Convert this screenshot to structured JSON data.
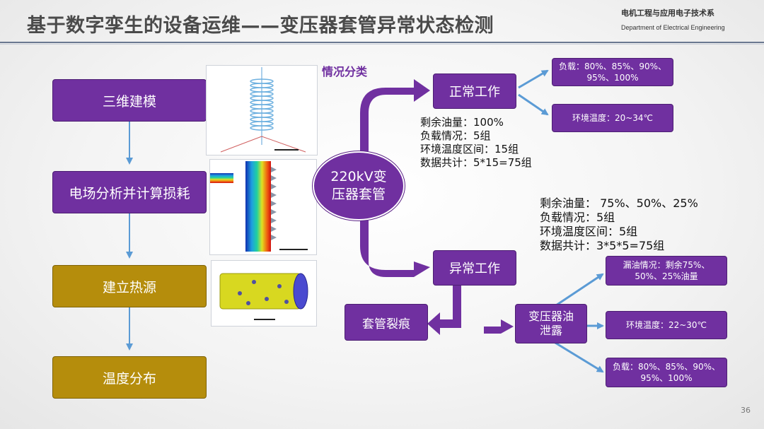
{
  "header": {
    "title": "基于数字孪生的设备运维——变压器套管异常状态检测",
    "dept_cn": "电机工程与应用电子技术系",
    "dept_en": "Department of Electrical Engineering"
  },
  "left_flow": [
    {
      "label": "三维建模",
      "color": "#7030a0"
    },
    {
      "label": "电场分析并计算损耗",
      "color": "#7030a0"
    },
    {
      "label": "建立热源",
      "color": "#b58d0c"
    },
    {
      "label": "温度分布",
      "color": "#b58d0c"
    }
  ],
  "diagram": {
    "category_label": "情况分类",
    "center": "220kV变\n压器套管",
    "normal": {
      "label": "正常工作",
      "load_box": "负载：80%、85%、90%、\n95%、100%",
      "temp_box": "环境温度：20~34℃",
      "info": "剩余油量：100%\n负载情况：5组\n环境温度区间：15组\n数据共计：5*15=75组"
    },
    "abnormal": {
      "label": "异常工作",
      "info": "剩余油量：  75%、50%、25%\n负载情况：5组\n环境温度区间：5组\n数据共计：3*5*5=75组",
      "crack": "套管裂痕",
      "leak": "变压器油\n泄露",
      "leak_box": "漏油情况：剩余75%、\n50%、25%油量",
      "temp_box": "环境温度：22~30℃",
      "load_box": "负载：80%、85%、90%、\n95%、100%"
    }
  },
  "page_number": "36",
  "colors": {
    "purple": "#7030a0",
    "gold": "#b58d0c",
    "arrow_blue": "#5b9bd5"
  }
}
